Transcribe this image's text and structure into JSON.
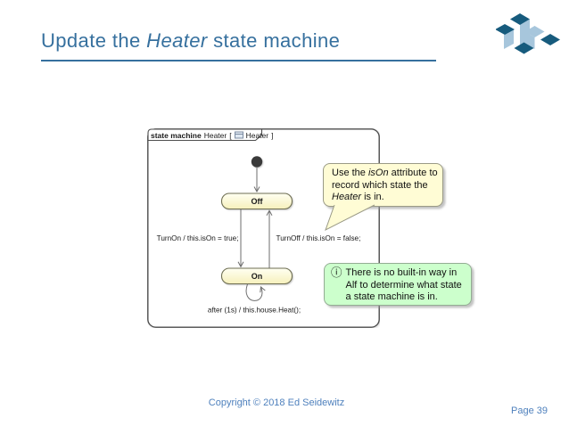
{
  "slide": {
    "title": {
      "prefix": "Update the ",
      "italic": "Heater",
      "suffix": " state machine"
    },
    "footer": {
      "copyright": "Copyright © 2018 Ed Seidewitz",
      "page": "Page 39"
    }
  },
  "diagram": {
    "tab": {
      "keyword": "state machine",
      "name": "Heater",
      "bracket_open": "[",
      "ref": "Heater",
      "bracket_close": "]"
    },
    "states": {
      "off": "Off",
      "on": "On"
    },
    "transitions": {
      "turn_on": "TurnOn / this.isOn = true;",
      "turn_off": "TurnOff / this.isOn = false;",
      "after": "after (1s) / this.house.Heat();"
    }
  },
  "notes": {
    "yellow": {
      "p1": "Use the ",
      "i1": "isOn",
      "p2": " attribute to record which state the ",
      "i2": "Heater",
      "p3": " is in."
    },
    "green": {
      "icon_glyph": "ⓘ",
      "text": "There is no built-in way in Alf to determine what state a state machine is in."
    }
  },
  "colors": {
    "title_blue": "#36709e",
    "footer_blue": "#4f81bd",
    "logo_dark": "#175b7d",
    "logo_light": "#a7c6dc",
    "state_fill": "#fbf6c8",
    "note_yellow": "#fffcd5",
    "note_green": "#ccffcc",
    "frame_stroke": "#4d4d4d"
  }
}
